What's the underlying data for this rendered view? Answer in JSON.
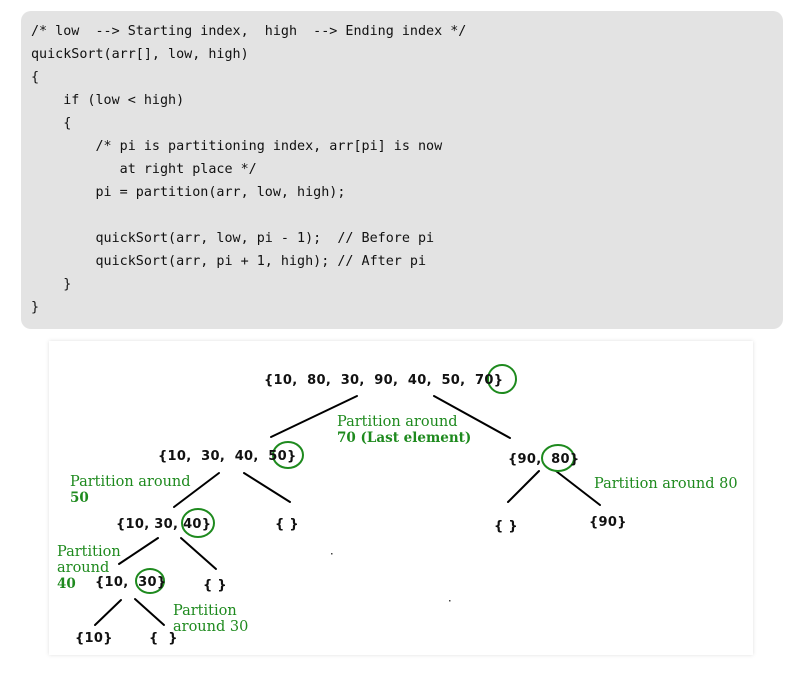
{
  "code": {
    "lines": [
      "/* low  --> Starting index,  high  --> Ending index */",
      "quickSort(arr[], low, high)",
      "{",
      "    if (low < high)",
      "    {",
      "        /* pi is partitioning index, arr[pi] is now",
      "           at right place */",
      "        pi = partition(arr, low, high);",
      "",
      "        quickSort(arr, low, pi - 1);  // Before pi",
      "        quickSort(arr, pi + 1, high); // After pi",
      "    }",
      "}"
    ]
  },
  "diagram": {
    "colors": {
      "pivot_circle": "#1e8a1e",
      "note": "#1e8a1e",
      "edge": "#000000",
      "code_bg": "#e3e3e3"
    },
    "nodes": {
      "root": "{10,  80,  30,  90,  40,  50,  70}",
      "left": "{10,  30,  40,  50}",
      "right": "{90,  80}",
      "left_left": "{10, 30, 40}",
      "left_right": "{ }",
      "right_left": "{ }",
      "right_right": "{90}",
      "ll_left": "{10,  30}",
      "ll_right": "{ }",
      "lll_left": "{10}",
      "lll_right": "{  }"
    },
    "notes": {
      "root_line1": "Partition around",
      "root_line2": "70 (Last element)",
      "left_line1": "Partition around",
      "left_line2": "50",
      "right_line1": "Partition around 80",
      "ll_line1": "Partition",
      "ll_line2": "around",
      "ll_line3": "40",
      "lll_line1": "Partition",
      "lll_line2": "around 30"
    }
  }
}
